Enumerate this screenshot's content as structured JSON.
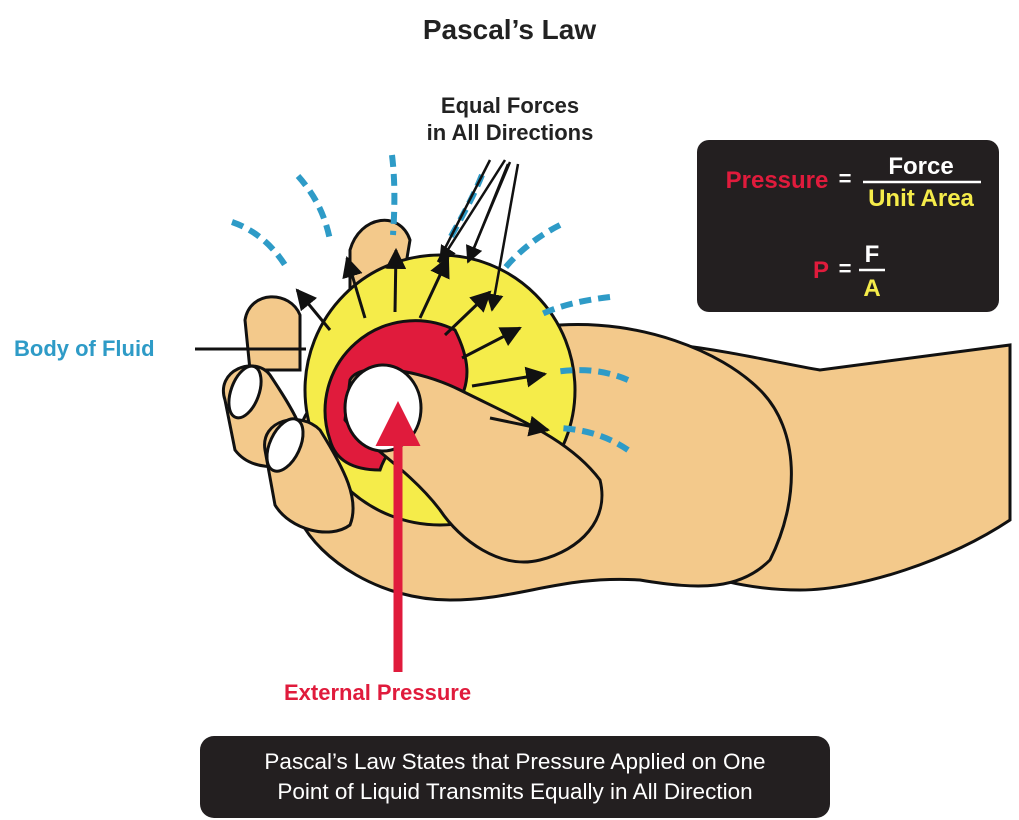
{
  "title": "Pascal’s Law",
  "labels": {
    "equal_forces_line1": "Equal Forces",
    "equal_forces_line2": "in All Directions",
    "body_of_fluid": "Body of Fluid",
    "external_pressure": "External Pressure"
  },
  "formula": {
    "word_lhs": "Pressure",
    "eq": "=",
    "word_num": "Force",
    "word_den": "Unit Area",
    "sym_lhs": "P",
    "sym_num": "F",
    "sym_den": "A"
  },
  "summary": {
    "line1": "Pascal’s Law States that Pressure Applied on One",
    "line2": "Point of Liquid Transmits Equally in All Direction"
  },
  "colors": {
    "red": "#e01b3c",
    "yellow": "#f5ec4a",
    "blue": "#2e9bc7",
    "skin": "#f3c98b",
    "dark": "#231f20"
  }
}
